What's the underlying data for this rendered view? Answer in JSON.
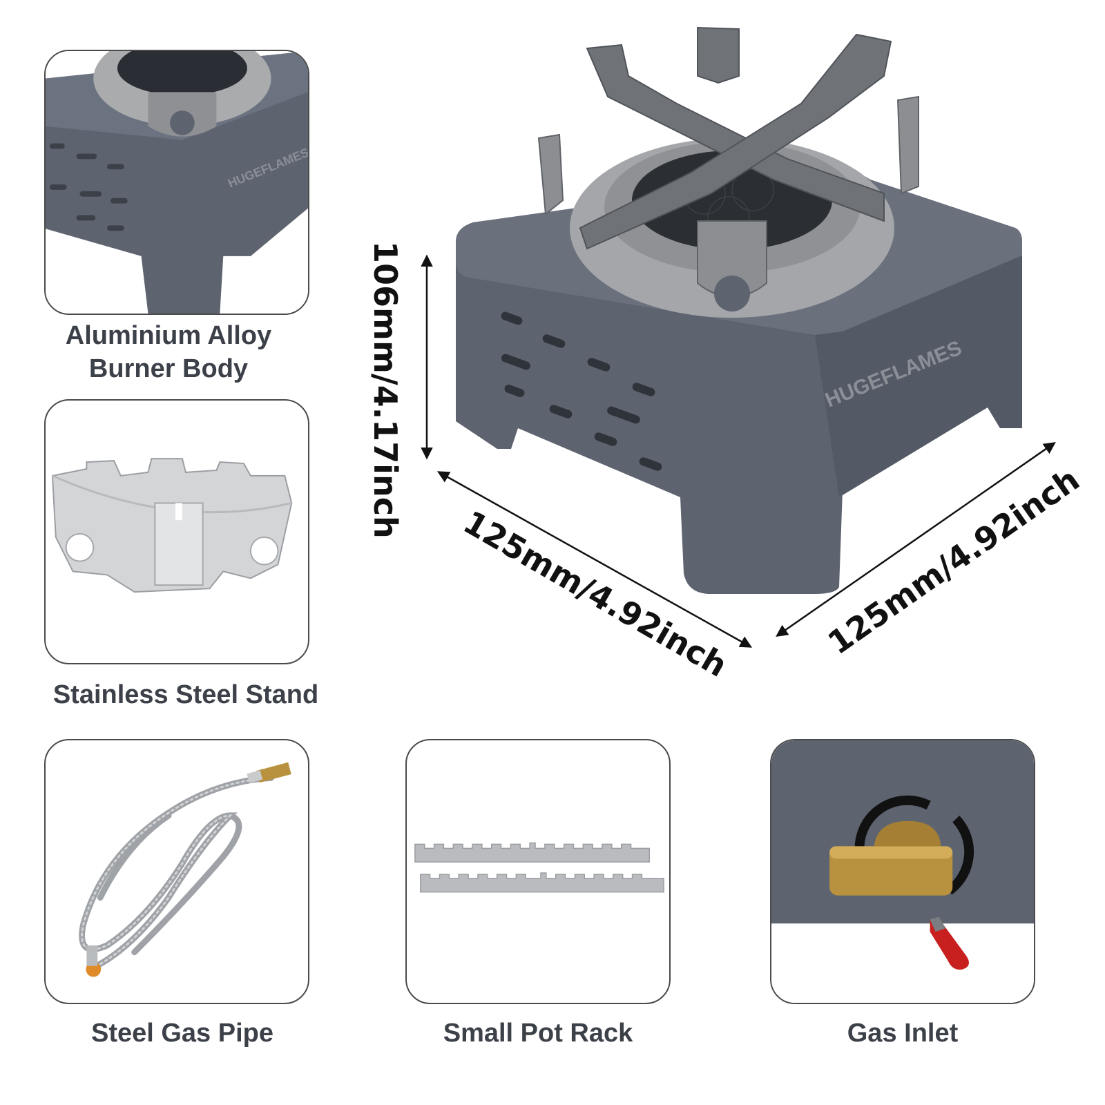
{
  "brand": "HUGEFLAMES",
  "colors": {
    "body": "#5d6470",
    "body_dark": "#4b515c",
    "steel": "#a9abad",
    "caption_text": "#3c4048",
    "brass": "#b8923e",
    "red": "#c8201e"
  },
  "dimensions": {
    "height": "106mm/4.17inch",
    "width_left": "125mm/4.92inch",
    "width_right": "125mm/4.92inch"
  },
  "features": [
    {
      "caption": "Aluminium Alloy\nBurner Body",
      "icon": "burner-body-closeup"
    },
    {
      "caption": "Stainless Steel Stand",
      "icon": "steel-stand"
    },
    {
      "caption": "Steel Gas Pipe",
      "icon": "gas-pipe"
    },
    {
      "caption": "Small Pot Rack",
      "icon": "pot-rack"
    },
    {
      "caption": "Gas Inlet",
      "icon": "gas-inlet"
    }
  ]
}
